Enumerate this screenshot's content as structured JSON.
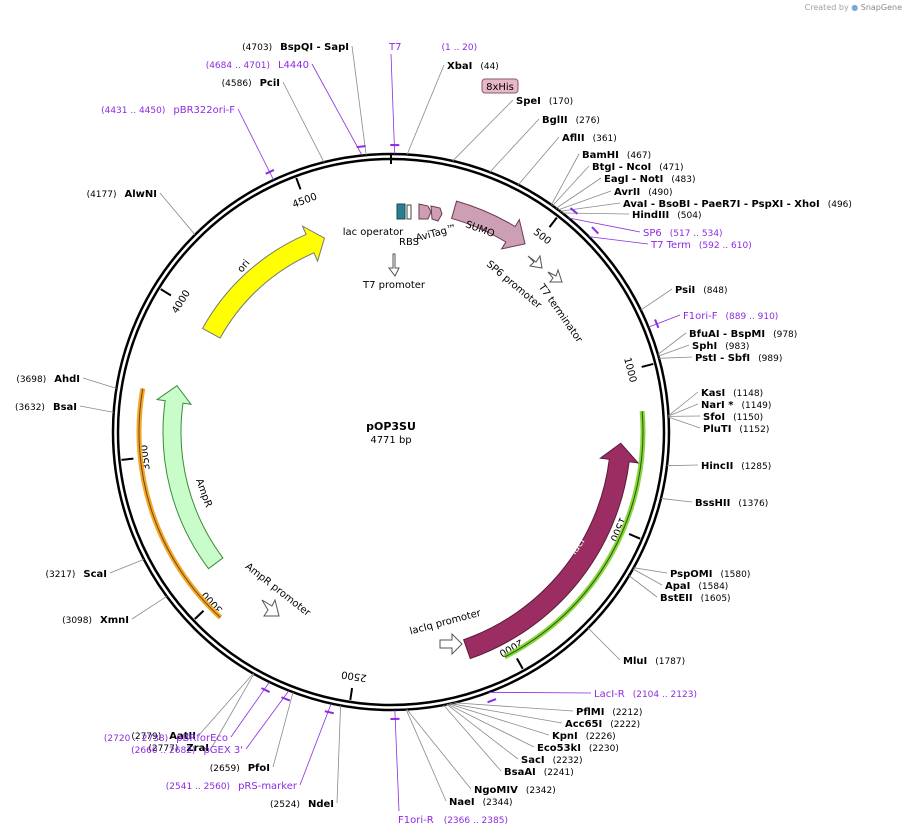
{
  "header": {
    "credit": "Created by",
    "brand": "SnapGene"
  },
  "plasmid": {
    "name": "pOP3SU",
    "size_label": "4771 bp",
    "length": 4771
  },
  "ticks": [
    {
      "label": "500",
      "pos": 500
    },
    {
      "label": "1000",
      "pos": 1000
    },
    {
      "label": "1500",
      "pos": 1500
    },
    {
      "label": "2000",
      "pos": 2000
    },
    {
      "label": "2500",
      "pos": 2500
    },
    {
      "label": "3000",
      "pos": 3000
    },
    {
      "label": "3500",
      "pos": 3500
    },
    {
      "label": "4000",
      "pos": 4000
    },
    {
      "label": "4500",
      "pos": 4500
    }
  ],
  "enzymes": [
    {
      "names": "XbaI",
      "pos": "(44)",
      "site": 44,
      "side": "R",
      "order": 1
    },
    {
      "names": "SpeI",
      "pos": "(170)",
      "site": 170,
      "side": "R",
      "order": 3
    },
    {
      "names": "BglII",
      "pos": "(276)",
      "site": 276,
      "side": "R",
      "order": 4
    },
    {
      "names": "AflII",
      "pos": "(361)",
      "site": 361,
      "side": "R",
      "order": 5
    },
    {
      "names": "BamHI",
      "pos": "(467)",
      "site": 467,
      "side": "R",
      "order": 6
    },
    {
      "names": "BtgI   - NcoI",
      "pos": "(471)",
      "site": 471,
      "side": "R",
      "order": 7
    },
    {
      "names": "EagI   - NotI",
      "pos": "(483)",
      "site": 483,
      "side": "R",
      "order": 8
    },
    {
      "names": "AvrII",
      "pos": "(490)",
      "site": 490,
      "side": "R",
      "order": 9
    },
    {
      "names": "AvaI   - BsoBI   - PaeR7I   - PspXI   - XhoI",
      "pos": "(496)",
      "site": 496,
      "side": "R",
      "order": 10
    },
    {
      "names": "HindIII",
      "pos": "(504)",
      "site": 504,
      "side": "R",
      "order": 11
    },
    {
      "names": "PsiI",
      "pos": "(848)",
      "site": 848,
      "side": "R",
      "order": 14
    },
    {
      "names": "BfuAI   - BspMI",
      "pos": "(978)",
      "site": 978,
      "side": "R",
      "order": 16
    },
    {
      "names": "SphI",
      "pos": "(983)",
      "site": 983,
      "side": "R",
      "order": 17
    },
    {
      "names": "PstI   - SbfI",
      "pos": "(989)",
      "site": 989,
      "side": "R",
      "order": 18
    },
    {
      "names": "KasI",
      "pos": "(1148)",
      "site": 1148,
      "side": "R",
      "order": 19
    },
    {
      "names": "NarI *",
      "pos": "(1149)",
      "site": 1149,
      "side": "R",
      "order": 20
    },
    {
      "names": "SfoI",
      "pos": "(1150)",
      "site": 1150,
      "side": "R",
      "order": 21
    },
    {
      "names": "PluTI",
      "pos": "(1152)",
      "site": 1152,
      "side": "R",
      "order": 22
    },
    {
      "names": "HincII",
      "pos": "(1285)",
      "site": 1285,
      "side": "R",
      "order": 23
    },
    {
      "names": "BssHII",
      "pos": "(1376)",
      "site": 1376,
      "side": "R",
      "order": 24
    },
    {
      "names": "PspOMI",
      "pos": "(1580)",
      "site": 1580,
      "side": "R",
      "order": 25
    },
    {
      "names": "ApaI",
      "pos": "(1584)",
      "site": 1584,
      "side": "R",
      "order": 26
    },
    {
      "names": "BstEII",
      "pos": "(1605)",
      "site": 1605,
      "side": "R",
      "order": 27
    },
    {
      "names": "MluI",
      "pos": "(1787)",
      "site": 1787,
      "side": "R",
      "order": 28
    },
    {
      "names": "PflMI",
      "pos": "(2212)",
      "site": 2212,
      "side": "R",
      "order": 30
    },
    {
      "names": "Acc65I",
      "pos": "(2222)",
      "site": 2222,
      "side": "R",
      "order": 31
    },
    {
      "names": "KpnI",
      "pos": "(2226)",
      "site": 2226,
      "side": "R",
      "order": 32
    },
    {
      "names": "Eco53kI",
      "pos": "(2230)",
      "site": 2230,
      "side": "R",
      "order": 33
    },
    {
      "names": "SacI",
      "pos": "(2232)",
      "site": 2232,
      "side": "R",
      "order": 34
    },
    {
      "names": "BsaAI",
      "pos": "(2241)",
      "site": 2241,
      "side": "R",
      "order": 35
    },
    {
      "names": "NgoMIV",
      "pos": "(2342)",
      "site": 2342,
      "side": "R",
      "order": 36
    },
    {
      "names": "NaeI",
      "pos": "(2344)",
      "site": 2344,
      "side": "R",
      "order": 37
    },
    {
      "names": "NdeI",
      "pos": "(2524)",
      "site": 2524,
      "side": "L",
      "order": 39
    },
    {
      "names": "PfoI",
      "pos": "(2659)",
      "site": 2659,
      "side": "L",
      "order": 41
    },
    {
      "names": "ZraI",
      "pos": "(2777)",
      "site": 2777,
      "side": "L",
      "order": 44
    },
    {
      "names": "AatII",
      "pos": "(2779)",
      "site": 2779,
      "side": "L",
      "order": 45
    },
    {
      "names": "XmnI",
      "pos": "(3098)",
      "site": 3098,
      "side": "L",
      "order": 46
    },
    {
      "names": "ScaI",
      "pos": "(3217)",
      "site": 3217,
      "side": "L",
      "order": 47
    },
    {
      "names": "BsaI",
      "pos": "(3632)",
      "site": 3632,
      "side": "L",
      "order": 48
    },
    {
      "names": "AhdI",
      "pos": "(3698)",
      "site": 3698,
      "side": "L",
      "order": 49
    },
    {
      "names": "AlwNI",
      "pos": "(4177)",
      "site": 4177,
      "side": "L",
      "order": 50
    },
    {
      "names": "PciI",
      "pos": "(4586)",
      "site": 4586,
      "side": "L",
      "order": 52
    },
    {
      "names": "BspQI   - SapI",
      "pos": "(4703)",
      "site": 4703,
      "side": "L",
      "order": 54
    }
  ],
  "primers": [
    {
      "name": "T7",
      "range": "(1 .. 20)",
      "site": 10,
      "side": "T",
      "order": 55
    },
    {
      "name": "SP6",
      "range": "(517 .. 534)",
      "site": 525,
      "side": "R",
      "order": 12
    },
    {
      "name": "T7 Term",
      "range": "(592 .. 610)",
      "site": 601,
      "side": "R",
      "order": 13
    },
    {
      "name": "F1ori-F",
      "range": "(889 .. 910)",
      "site": 899,
      "side": "R",
      "order": 15
    },
    {
      "name": "LacI-R",
      "range": "(2104 .. 2123)",
      "site": 2113,
      "side": "R",
      "order": 29
    },
    {
      "name": "F1ori-R",
      "range": "(2366 .. 2385)",
      "site": 2375,
      "side": "B",
      "order": 38
    },
    {
      "name": "pRS-marker",
      "range": "(2541 .. 2560)",
      "site": 2550,
      "side": "L",
      "order": 40
    },
    {
      "name": "pGEX 3'",
      "range": "(2660 .. 2682)",
      "site": 2671,
      "side": "L",
      "order": 42
    },
    {
      "name": "pBRforEco",
      "range": "(2720 .. 2738)",
      "site": 2729,
      "side": "L",
      "order": 43
    },
    {
      "name": "pBR322ori-F",
      "range": "(4431 .. 4450)",
      "site": 4440,
      "side": "L",
      "order": 51
    },
    {
      "name": "L4440",
      "range": "(4684 .. 4701)",
      "site": 4692,
      "side": "L",
      "order": 53
    }
  ],
  "features": {
    "his_tag": "8xHis",
    "lac_operator": "lac operator",
    "rbs": "RBS",
    "avitag": "AviTag™",
    "sumo": "SUMO",
    "t7_promoter": "T7 promoter",
    "sp6_promoter": "SP6 promoter",
    "t7_terminator": "T7 terminator",
    "ori": "ori",
    "ampr": "AmpR",
    "ampr_promoter": "AmpR promoter",
    "laci": "lacI",
    "laciq_promoter": "lacIq promoter"
  },
  "colors": {
    "primer": "#8c2be2",
    "ori": "#ffff00",
    "ampr": "#c8fcc8",
    "laci": "#9b2d62",
    "sumo": "#cc9fb4",
    "lac_operator": "#2a7f8e",
    "his_tag": "#e6b8c8",
    "orange_ring": "#f5a623",
    "green_ring": "#8bd43a"
  }
}
